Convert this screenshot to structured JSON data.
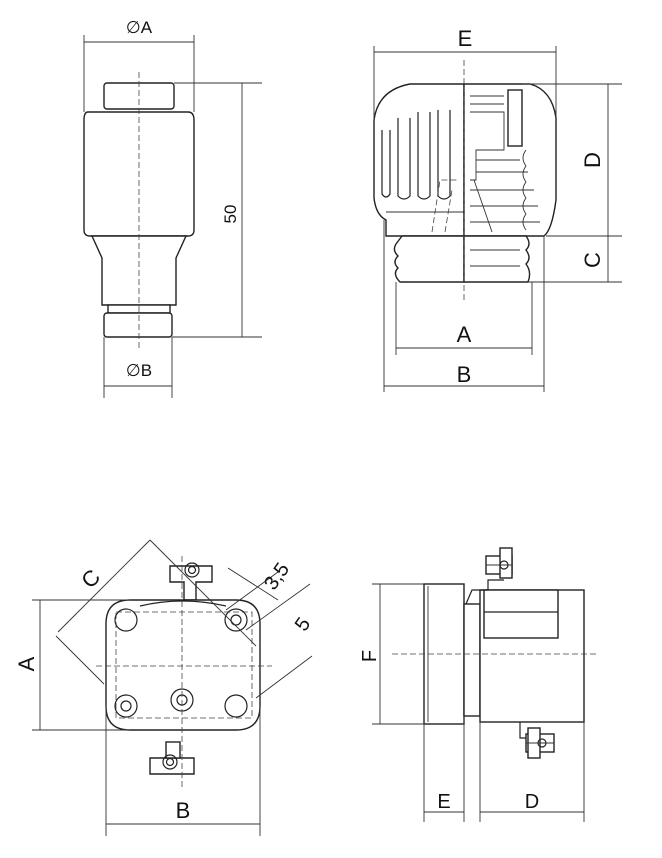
{
  "views": {
    "fuse_side": {
      "dim_top": "∅A",
      "dim_height": "50",
      "dim_bottom": "∅B"
    },
    "cap_section": {
      "dim_e": "E",
      "dim_d": "D",
      "dim_c": "C",
      "dim_a": "A",
      "dim_b": "B"
    },
    "base_top": {
      "dim_c": "C",
      "dim_35": "3,5",
      "dim_5": "5",
      "dim_a": "A",
      "dim_b": "B"
    },
    "base_side": {
      "dim_f": "F",
      "dim_e": "E",
      "dim_d": "D"
    }
  }
}
